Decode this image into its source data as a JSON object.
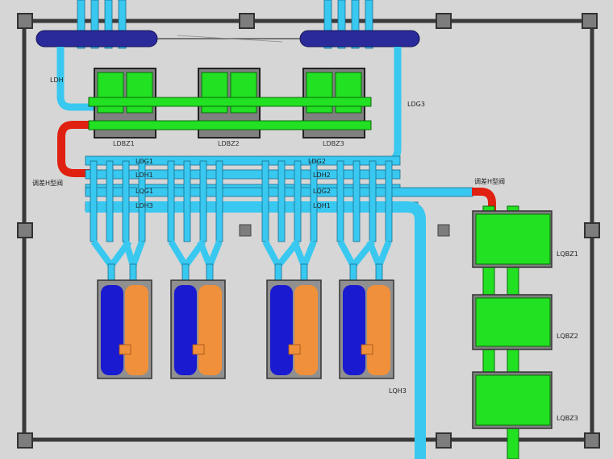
{
  "colors": {
    "background": "#d6d6d6",
    "frame": "#3a3a3a",
    "header_pipe": "#2a2a9a",
    "blue_pipe": "#38c8f0",
    "green_equipment": "#22e022",
    "red_pipe": "#e02010",
    "tank_blue": "#1a1ad0",
    "tank_orange": "#f0903a"
  },
  "labels": {
    "ldh": "LDH",
    "ldg3_right": "LDG3",
    "ldbz1": "LDBZ1",
    "ldbz2": "LDBZ2",
    "ldbz3": "LDBZ3",
    "ldg1": "LDG1",
    "ldg2": "LDG2",
    "ldh1": "LDH1",
    "ldh2": "LDH2",
    "lqg1": "LQG1",
    "lqg2": "LQG2",
    "ldh3": "LDH3",
    "lqh1": "LQH1",
    "valve_left": "调差H型阀",
    "valve_right": "调差H型阀",
    "lqbz1": "LQBZ1",
    "lqbz2": "LQBZ2",
    "lqbz3": "LQBZ3",
    "lqh3": "LQH3"
  }
}
